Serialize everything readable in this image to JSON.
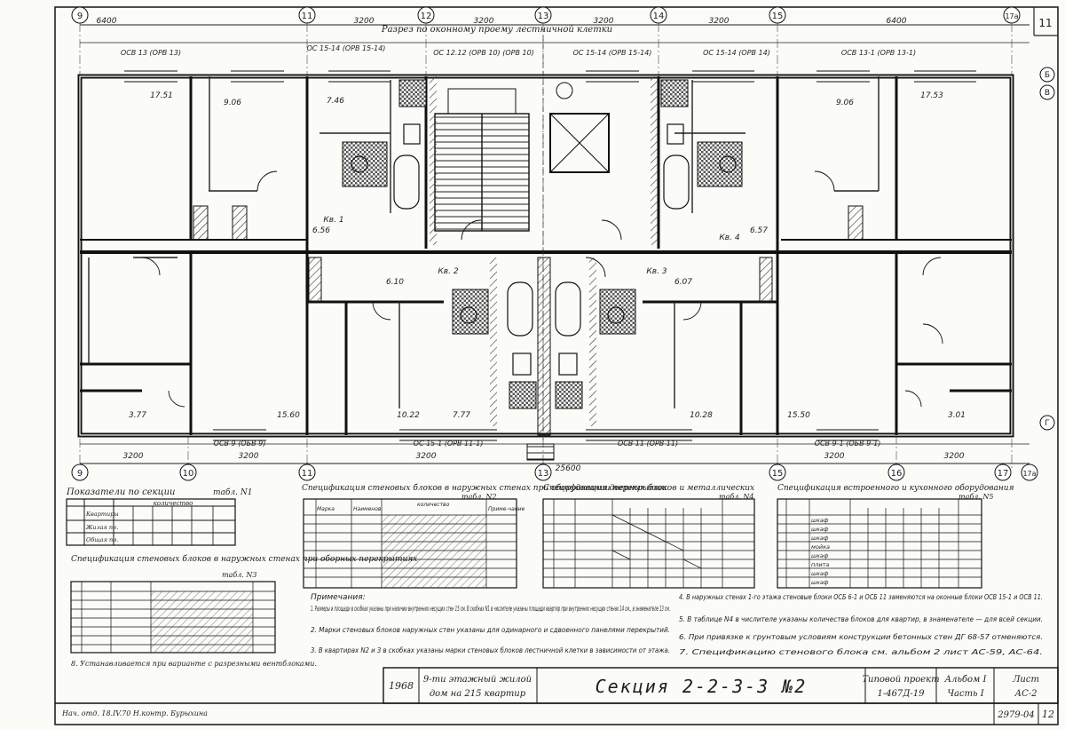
{
  "plan": {
    "axes_top": [
      "9",
      "11",
      "12",
      "13",
      "14",
      "15",
      "11"
    ],
    "axes_bottom": [
      "9",
      "10",
      "11",
      "13",
      "15",
      "16",
      "17"
    ],
    "axis_17a": "17а",
    "row_axes": [
      "Б",
      "В",
      "Г"
    ],
    "section_label": "Разрез по оконному проему лестничной клетки",
    "dim_top": [
      "6400",
      "3200",
      "3200",
      "3200",
      "3200",
      "6400"
    ],
    "dim_bottom": [
      "3200",
      "3200",
      "3200",
      "25600",
      "3200",
      "3200"
    ],
    "lintels_top": [
      "ОСВ 13 (ОРВ 13)",
      "ОС 15-14 (ОРВ 15-14)",
      "ОС 12.12 (ОРВ 10) (ОРВ 10)",
      "ОС 15-14 (ОРВ 15-14)",
      "ОС 15-14 (ОРВ 14)",
      "ОСВ 13-1 (ОРВ 13-1)"
    ],
    "lintels_bottom": [
      "ОСВ 9 (ОБВ 9)",
      "ОС 15-1 (ОРВ 11-1)",
      "ОСВ 11 (ОРВ 11)",
      "ОСВ 9-1 (ОБВ 9-1)"
    ],
    "rooms": [
      "17.51",
      "9.06",
      "7.46",
      "9.06",
      "17.53",
      "6.56",
      "6.57",
      "6.10",
      "6.07",
      "3.77",
      "10.22",
      "7.77",
      "10.28",
      "15.60",
      "3.01",
      "15.50"
    ],
    "apartments": [
      "Кв. 1",
      "Кв. 2",
      "Кв. 3",
      "Кв. 4"
    ]
  },
  "tables": {
    "t1_title": "Показатели по секции",
    "t1_tag": "табл. N1",
    "t1_subtitle": "количество",
    "t1_rows": [
      "Квартиры",
      "Жилая пл.",
      "Общая пл."
    ],
    "t2_title": "Спецификация стеновых блоков в наружных стенах при оборудовании перекрытии",
    "t2_tag": "табл. N2",
    "t2_headers": [
      "Марка",
      "Наименов.",
      "количество",
      "Приме-чание"
    ],
    "t3_title": "Спецификация стеновых блоков в наружных стенах при оборных перекрытиях",
    "t3_tag": "табл. N3",
    "t4_title": "Спецификация дверных блоков и металлических",
    "t4_tag": "табл. N4",
    "t5_title": "Спецификация встроенного и кухонного оборудования",
    "t5_tag": "табл. N5",
    "t5_rows": [
      "шкаф",
      "шкаф",
      "шкаф",
      "мойка",
      "шкаф",
      "плита",
      "шкаф",
      "шкаф"
    ]
  },
  "notes": {
    "heading": "Примечания:",
    "n1": "1. Размеры и площади в скобках указаны при наличии внутренних несущих стен 15 см. В скобках N1 в числителе указаны площади квартир при внутренних несущих стенах 14 см., в знаменателе 13 см.",
    "n2": "2. Марки стеновых блоков наружных стен указаны для одинарного и сдвоенного панелями перекрытий.",
    "n3": "3. В квартирах N2 и 3 в скобках указаны марки стеновых блоков лестничной клетки в зависимости от этажа.",
    "n4": "4. В наружных стенах 1-го этажа стеновые блоки ОСБ 6-1 и ОСБ 11 заменяются на оконные блоки ОСВ 15-1 и ОСВ 11.",
    "n5": "5. В таблице N4 в числителе указаны количества блоков для квартир, в знаменателе — для всей секции.",
    "n6": "6. При привязке к грунтовым условиям конструкции бетонных стен ДГ 68-57 отменяются.",
    "n7": "7. Спецификацию стенового блока см. альбом 2 лист АС-59, АС-64.",
    "n8": "8. Устанавливается при варианте с разрезными вентблоками."
  },
  "stamp": {
    "year": "1968",
    "project_line1": "9-ти этажный жилой",
    "project_line2": "дом на 215 квартир",
    "section": "Секция  2-2-3-3  №2",
    "typical1": "Типовой проект",
    "typical2": "1-467Д-19",
    "album1": "Альбом I",
    "album2": "Часть I",
    "sheet1": "Лист",
    "sheet2": "АС-2",
    "code": "2979-04",
    "page": "12",
    "signature": "Нач. отд. 18.IV.70   Н.контр. Бурыхина"
  }
}
